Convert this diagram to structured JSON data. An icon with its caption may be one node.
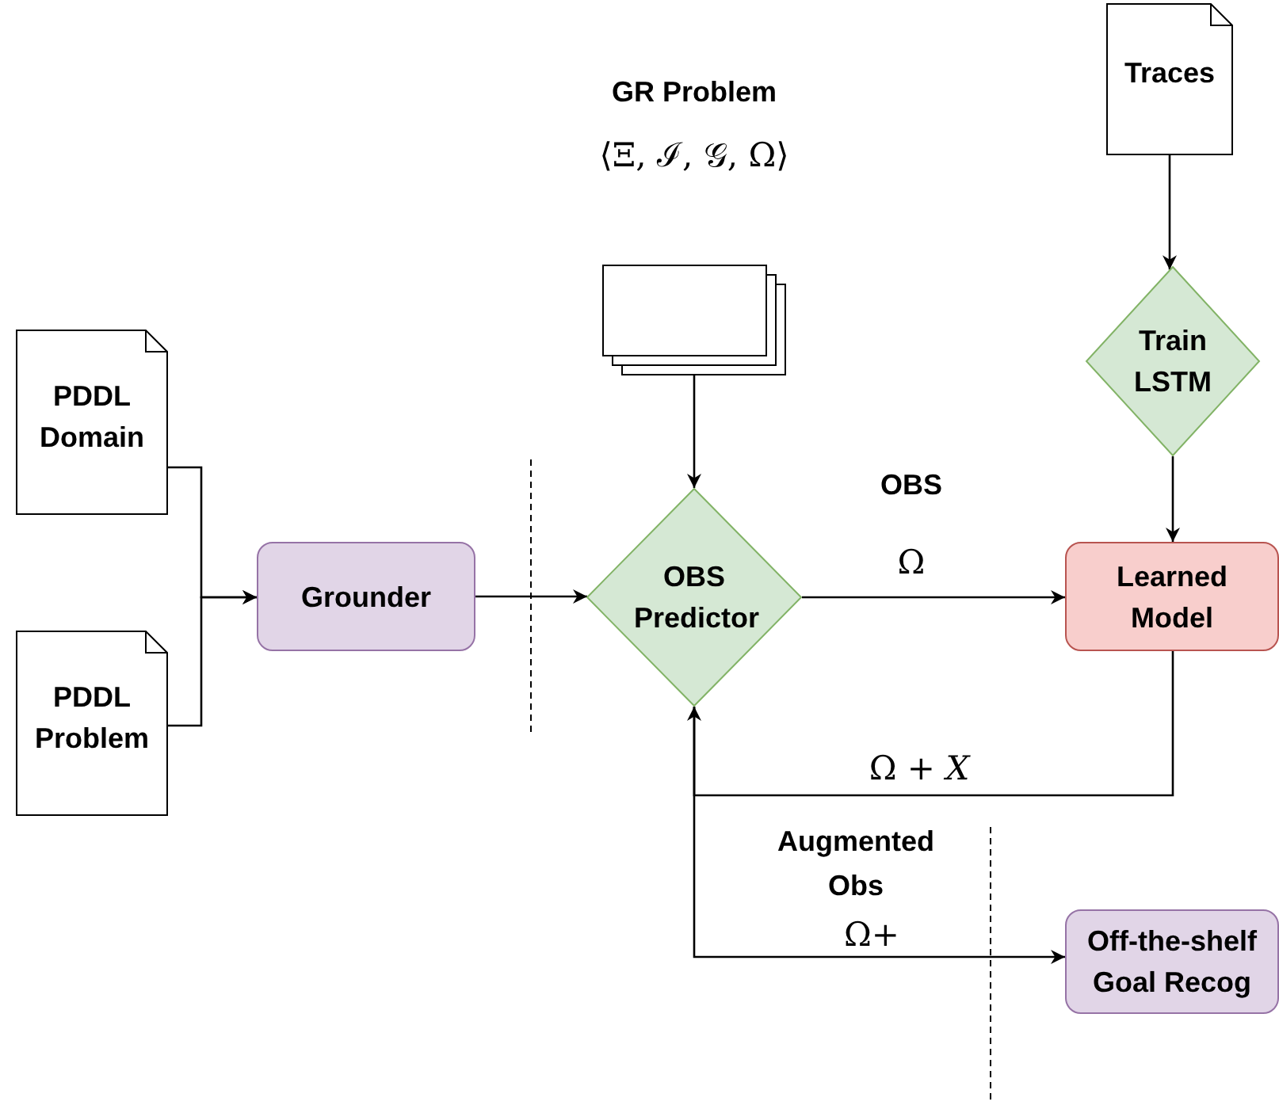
{
  "diagram": {
    "nodes": [
      {
        "text": [
          "PDDL Domain"
        ]
      },
      {
        "text": [
          "PDDL Problem"
        ]
      },
      {
        "text": [
          "Grounder"
        ]
      },
      {
        "text": [],
        "shape": "box",
        "beside": [
          "GR Problem",
          "⟨Ξ, ℐ, 𝒢, Ω⟩"
        ]
      },
      {
        "text": [
          "OBS Predictor"
        ]
      },
      {
        "text": [
          "Traces"
        ]
      },
      {
        "text": [
          "Train LSTM"
        ]
      },
      {
        "text": [
          "Learned Model"
        ]
      },
      {
        "text": [
          "Off-the-shelf Goal Recog"
        ]
      }
    ],
    "edges": [
      {
        "from": 0,
        "to": 2,
        "arrow": "to"
      },
      {
        "from": 1,
        "to": 2,
        "arrow": "to"
      },
      {
        "from": 2,
        "to": 4,
        "arrow": "to"
      },
      {
        "from": 3,
        "to": 4,
        "arrow": "to"
      },
      {
        "from": 4,
        "to": 7,
        "label": "Ω",
        "arrow": "to"
      },
      {
        "from": 5,
        "to": 6,
        "arrow": "to"
      },
      {
        "from": 6,
        "to": 7,
        "arrow": "to"
      },
      {
        "from": 7,
        "to": 4,
        "label": "Ω + *X*",
        "arrow": "to"
      },
      {
        "from": 4,
        "to": 8,
        "label": "Ω+",
        "arrow": "to"
      }
    ],
    "labels": [
      "OBS",
      "Augmented Obs"
    ]
  }
}
